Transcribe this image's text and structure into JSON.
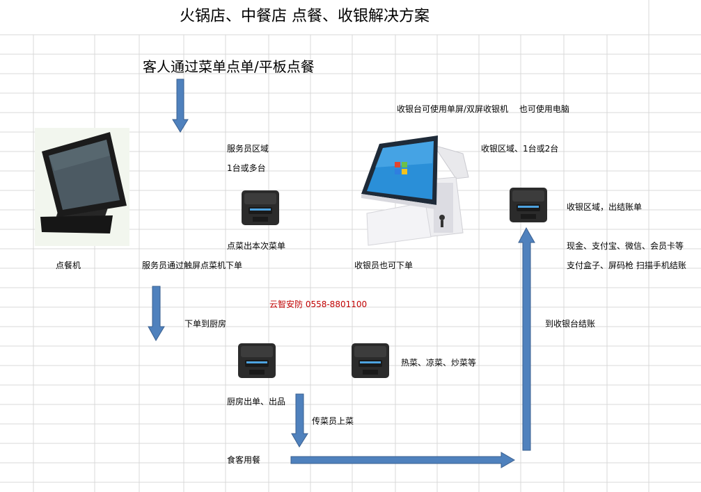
{
  "title": "火锅店、中餐店 点餐、收银解决方案",
  "labels": {
    "customer_order": "客人通过菜单点单/平板点餐",
    "cashier_options": "收银台可使用单屏/双屏收银机　 也可使用电脑",
    "service_area": "服务员区域",
    "service_count": "1台或多台",
    "cashier_area_count": "收银区域、1台或2台",
    "print_order": "点菜出本次菜单",
    "checkout_area": "收银区域，出结账单",
    "ordering_machine": "点餐机",
    "waiter_touch": "服务员通过触屏点菜机下单",
    "cashier_order": "收银员也可下单",
    "payment_methods": "现金、支付宝、微信、会员卡等",
    "payment_devices": "支付盒子、屏码枪 扫描手机结账",
    "contact": "云智安防 0558-8801100",
    "to_kitchen": "下单到厨房",
    "to_cashier": "到收银台结账",
    "dish_types": "热菜、凉菜、炒菜等",
    "kitchen_output": "厨房出单、出品",
    "runner": "传菜员上菜",
    "diners": "食客用餐"
  },
  "colors": {
    "arrow_fill": "#4f81bd",
    "arrow_stroke": "#3a5f8f",
    "gridline": "#d9d9d9",
    "contact_text": "#c00000"
  }
}
